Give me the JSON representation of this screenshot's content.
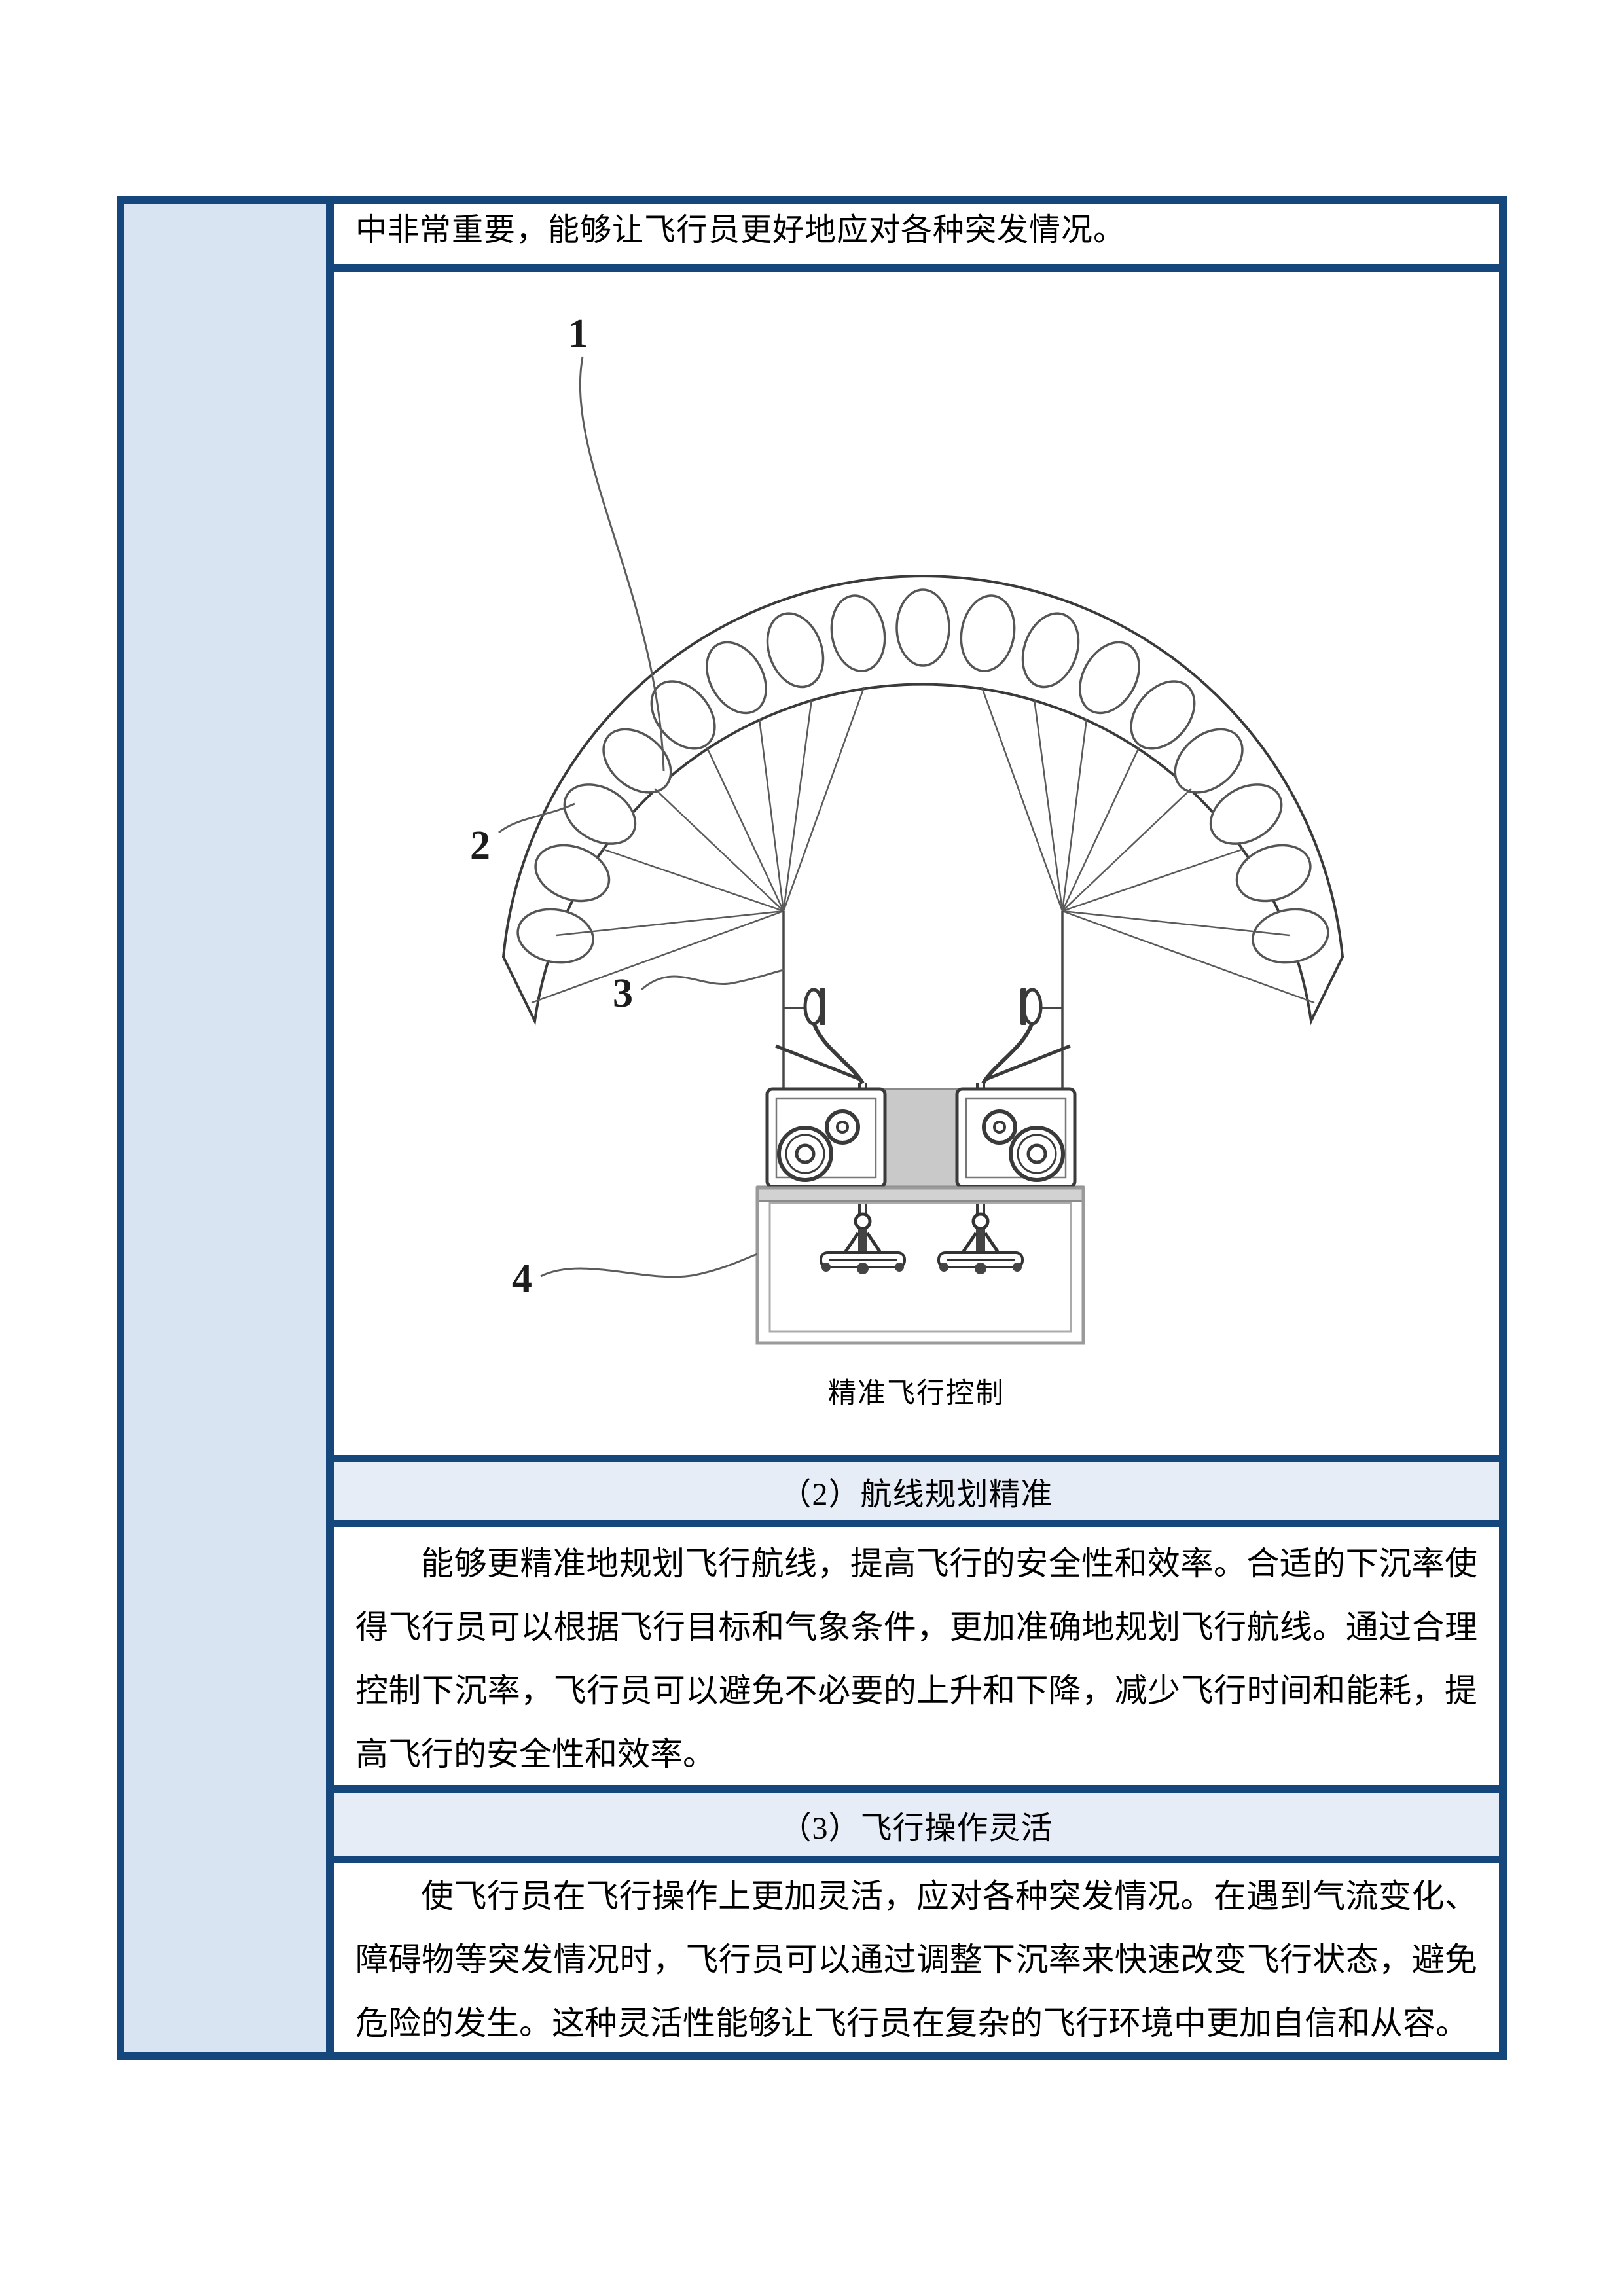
{
  "table": {
    "intro_text": "中非常重要，能够让飞行员更好地应对各种突发情况。",
    "figure": {
      "caption": "精准飞行控制",
      "labels": {
        "canopy": "1",
        "lines": "2",
        "riser": "3",
        "payload": "4"
      }
    },
    "sections": [
      {
        "heading": "（2）航线规划精准",
        "body": "能够更精准地规划飞行航线，提高飞行的安全性和效率。合适的下沉率使得飞行员可以根据飞行目标和气象条件，更加准确地规划飞行航线。通过合理控制下沉率，飞行员可以避免不必要的上升和下降，减少飞行时间和能耗，提高飞行的安全性和效率。"
      },
      {
        "heading": "（3）飞行操作灵活",
        "body": "使飞行员在飞行操作上更加灵活，应对各种突发情况。在遇到气流变化、障碍物等突发情况时，飞行员可以通过调整下沉率来快速改变飞行状态，避免危险的发生。这种灵活性能够让飞行员在复杂的飞行环境中更加自信和从容。"
      }
    ],
    "colors": {
      "border_blue": "#16477c",
      "left_column_fill": "#d8e4f1",
      "heading_band_fill": "#e7edf6",
      "text": "#000000"
    }
  }
}
